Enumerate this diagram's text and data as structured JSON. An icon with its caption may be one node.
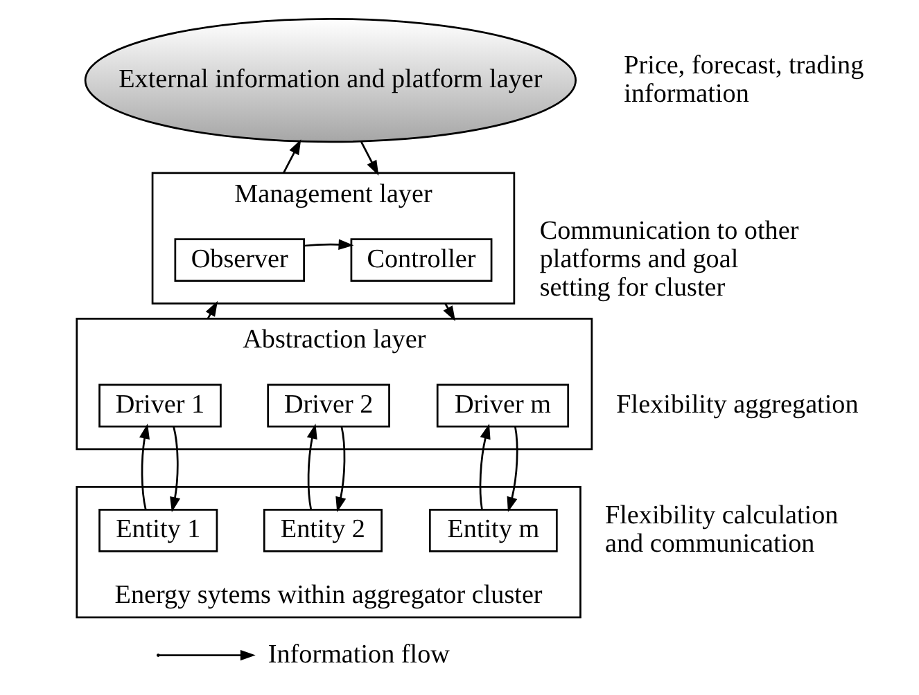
{
  "diagram": {
    "nodes": [
      {
        "text": [
          "External information and platform layer"
        ],
        "beside": [
          "Price, forecast, trading information"
        ]
      },
      {
        "text": [
          "Management layer"
        ],
        "beside": [
          "Communication to other platforms and goal setting for cluster"
        ]
      },
      {
        "text": [
          "Observer"
        ],
        "in": 1
      },
      {
        "text": [
          "Controller"
        ],
        "in": 1
      },
      {
        "text": [
          "Abstraction layer"
        ],
        "beside": [
          "Flexibility aggregation"
        ]
      },
      {
        "text": [
          "Driver 1"
        ],
        "in": 4
      },
      {
        "text": [
          "Driver 2"
        ],
        "in": 4
      },
      {
        "text": [
          "Driver m"
        ],
        "in": 4
      },
      {
        "text": [
          "Energy sytems within aggregator cluster"
        ],
        "beside": [
          "Flexibility calculation and communication"
        ]
      },
      {
        "text": [
          "Entity 1"
        ],
        "in": 8
      },
      {
        "text": [
          "Entity 2"
        ],
        "in": 8
      },
      {
        "text": [
          "Entity m"
        ],
        "in": 8
      }
    ],
    "edges": [
      {
        "from": 1,
        "to": 0,
        "arrow": "to"
      },
      {
        "from": 0,
        "to": 1,
        "arrow": "to"
      },
      {
        "from": 2,
        "to": 3,
        "arrow": "to"
      },
      {
        "from": 4,
        "to": 1,
        "arrow": "to"
      },
      {
        "from": 1,
        "to": 4,
        "arrow": "to"
      },
      {
        "from": 9,
        "to": 5,
        "arrow": "to"
      },
      {
        "from": 5,
        "to": 9,
        "arrow": "to"
      },
      {
        "from": 10,
        "to": 6,
        "arrow": "to"
      },
      {
        "from": 6,
        "to": 10,
        "arrow": "to"
      },
      {
        "from": 11,
        "to": 7,
        "arrow": "to"
      },
      {
        "from": 7,
        "to": 11,
        "arrow": "to"
      }
    ],
    "legend": [
      {
        "text": "Information flow"
      }
    ]
  }
}
